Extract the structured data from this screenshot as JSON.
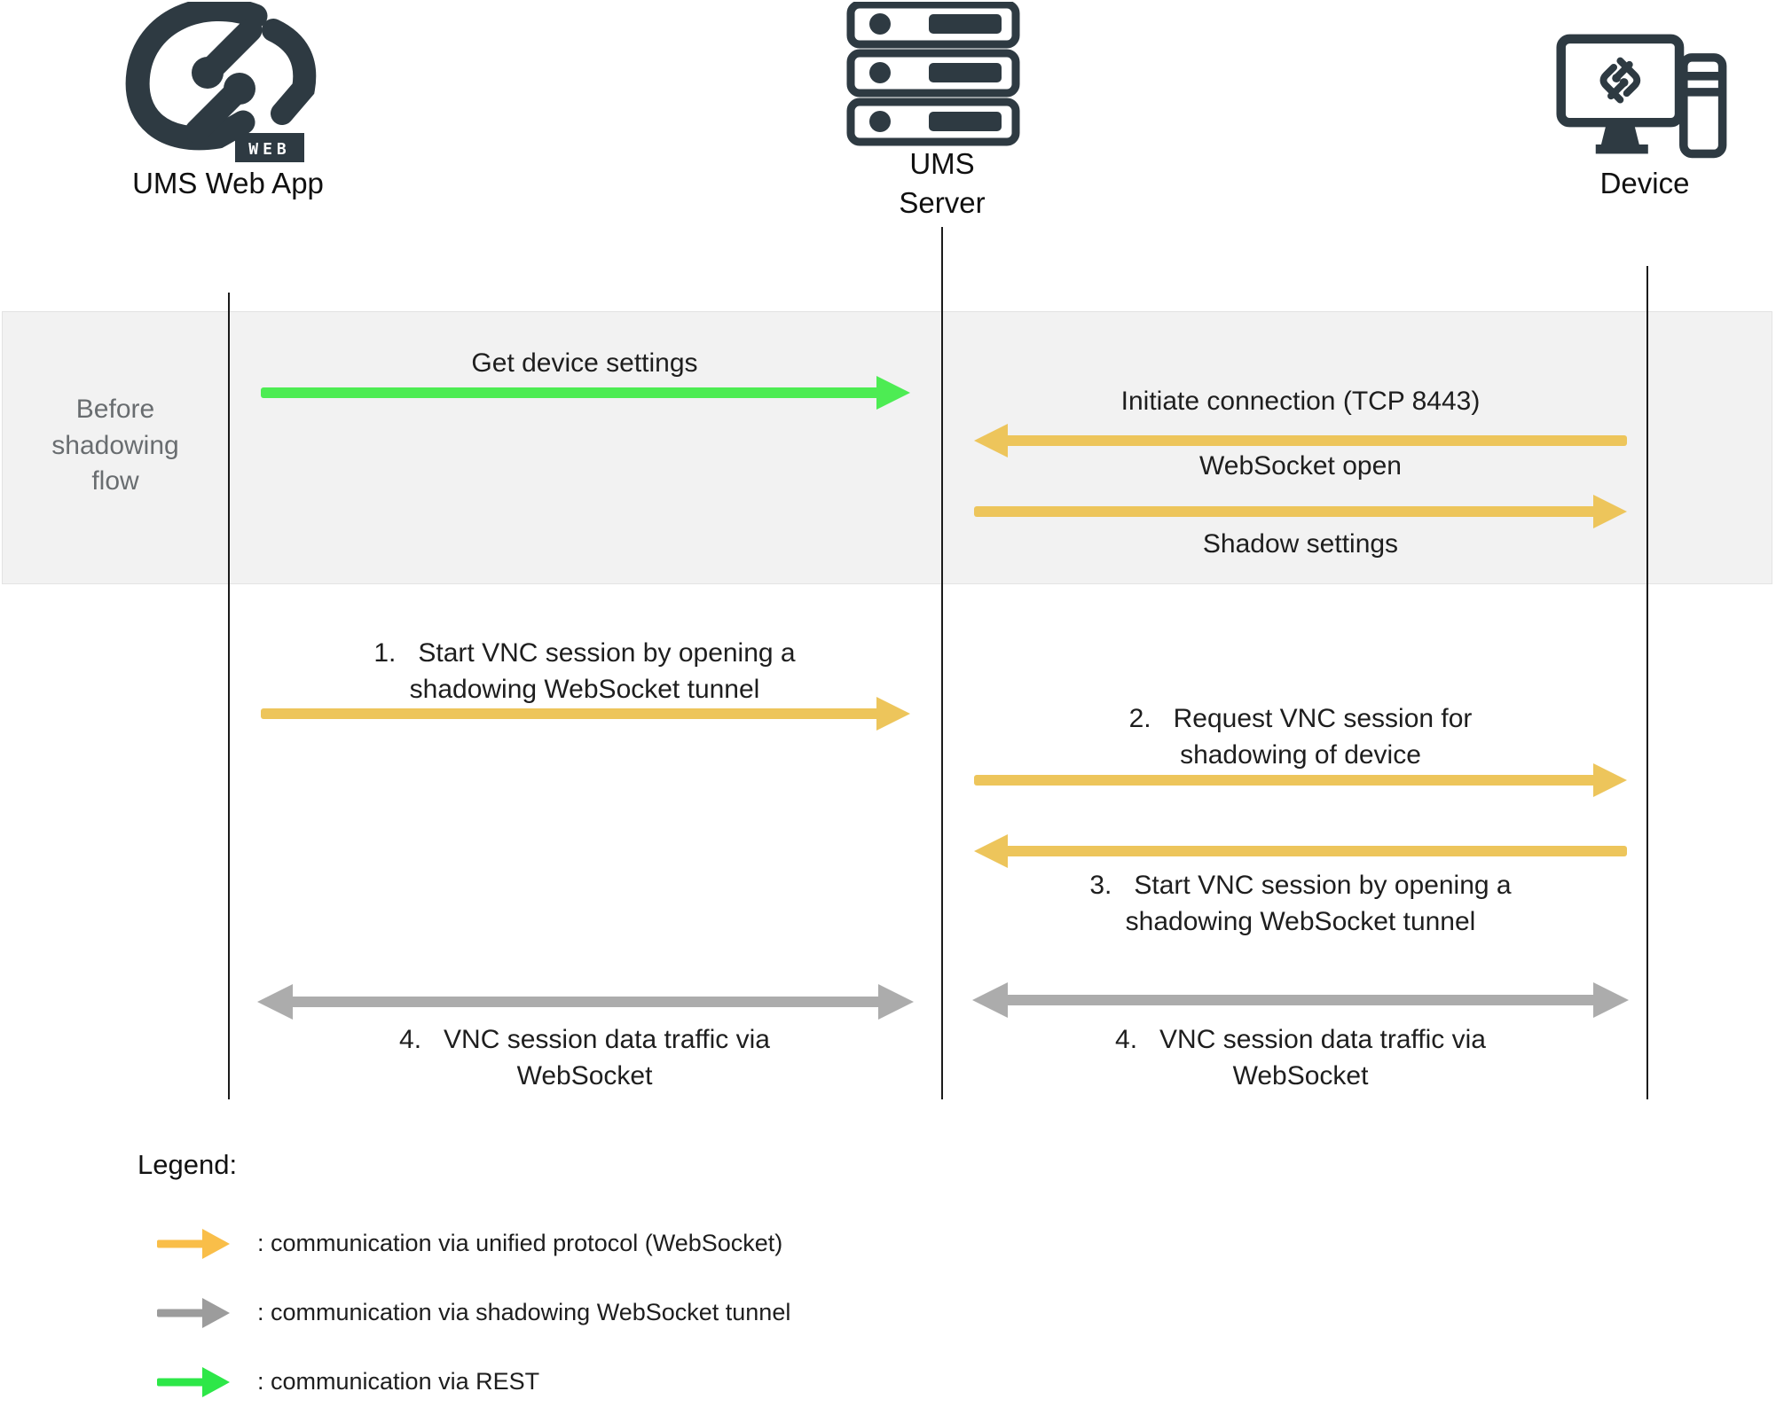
{
  "participants": {
    "webapp": {
      "label": "UMS Web App",
      "icon": "ums-web-app-logo"
    },
    "server": {
      "label": "UMS\nServer",
      "icon": "server-stack-icon"
    },
    "device": {
      "label": "Device",
      "icon": "device-monitor-icon"
    }
  },
  "logo_badge": "WEB",
  "phase_band": {
    "label": "Before\nshadowing\nflow"
  },
  "messages": {
    "get_device_settings": {
      "label": "Get device settings",
      "from": "webapp",
      "to": "server",
      "protocol": "rest"
    },
    "initiate_connection": {
      "label": "Initiate connection (TCP 8443)",
      "from": "device",
      "to": "server",
      "protocol": "unified"
    },
    "websocket_open": {
      "label": "WebSocket open",
      "from": "server",
      "to": "device",
      "protocol": "unified"
    },
    "shadow_settings": {
      "label": "Shadow settings",
      "from": "server",
      "to": "device",
      "protocol": "unified"
    },
    "step1": {
      "label": "1.   Start VNC session by opening a\nshadowing WebSocket tunnel",
      "from": "webapp",
      "to": "server",
      "protocol": "unified"
    },
    "step2": {
      "label": "2.   Request VNC session for\nshadowing of device",
      "from": "server",
      "to": "device",
      "protocol": "unified"
    },
    "step3": {
      "label": "3.   Start VNC session by opening a\nshadowing WebSocket tunnel",
      "from": "device",
      "to": "server",
      "protocol": "unified"
    },
    "step4_left": {
      "label": "4.   VNC session data traffic via\nWebSocket",
      "from": "webapp",
      "to": "server",
      "protocol": "tunnel",
      "bidirectional": true
    },
    "step4_right": {
      "label": "4.   VNC session data traffic via\nWebSocket",
      "from": "server",
      "to": "device",
      "protocol": "tunnel",
      "bidirectional": true
    }
  },
  "legend": {
    "title": "Legend:",
    "items": [
      {
        "label": ": communication via unified protocol (WebSocket)",
        "color": "#F9BE49",
        "type": "unified"
      },
      {
        "label": ": communication via shadowing WebSocket tunnel",
        "color": "#9C9C9C",
        "type": "tunnel"
      },
      {
        "label": ": communication via REST",
        "color": "#2DE748",
        "type": "rest"
      }
    ]
  },
  "colors": {
    "unified_yellow": "#EDC55B",
    "tunnel_gray": "#ACACAC",
    "rest_green": "#4DEC53",
    "icon_dark": "#2E3A42",
    "band_background": "#F2F2F2",
    "band_text": "#696D70"
  }
}
